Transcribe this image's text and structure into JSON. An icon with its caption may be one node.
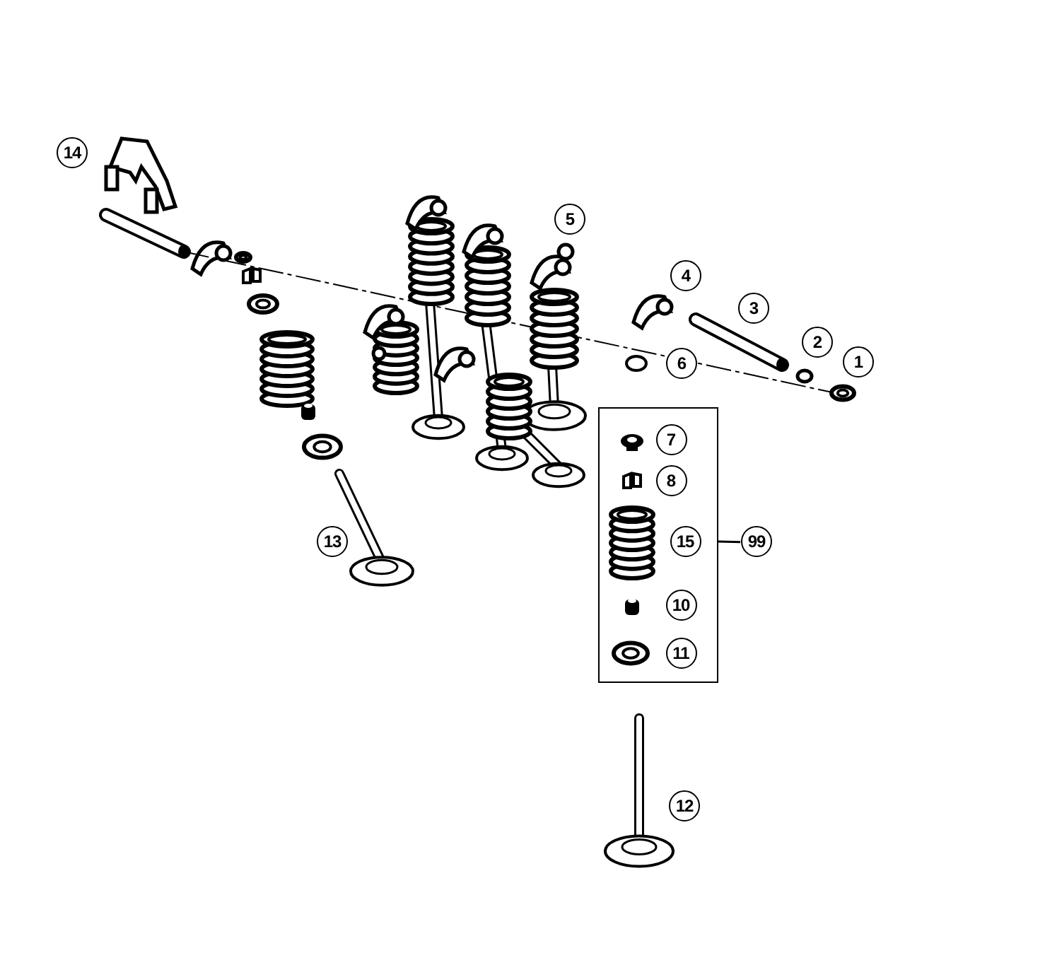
{
  "diagram": {
    "nodes": [
      {
        "text": [
          "14"
        ]
      },
      {
        "text": [
          "5"
        ]
      },
      {
        "text": [
          "4"
        ]
      },
      {
        "text": [
          "3"
        ]
      },
      {
        "text": [
          "2"
        ]
      },
      {
        "text": [
          "1"
        ]
      },
      {
        "text": [
          "6"
        ]
      },
      {
        "text": [],
        "shape": "box"
      },
      {
        "text": [
          "7"
        ],
        "in": 7
      },
      {
        "text": [
          "8"
        ],
        "in": 7
      },
      {
        "text": [
          "13"
        ]
      },
      {
        "text": [
          "15"
        ],
        "in": 7
      },
      {
        "text": [
          "99"
        ]
      },
      {
        "text": [
          "10"
        ],
        "in": 7
      },
      {
        "text": [
          "11"
        ],
        "in": 7
      },
      {
        "text": [
          "12"
        ]
      }
    ],
    "edges": [
      {
        "from": 12,
        "to": 7,
        "arrow": "none"
      }
    ]
  }
}
